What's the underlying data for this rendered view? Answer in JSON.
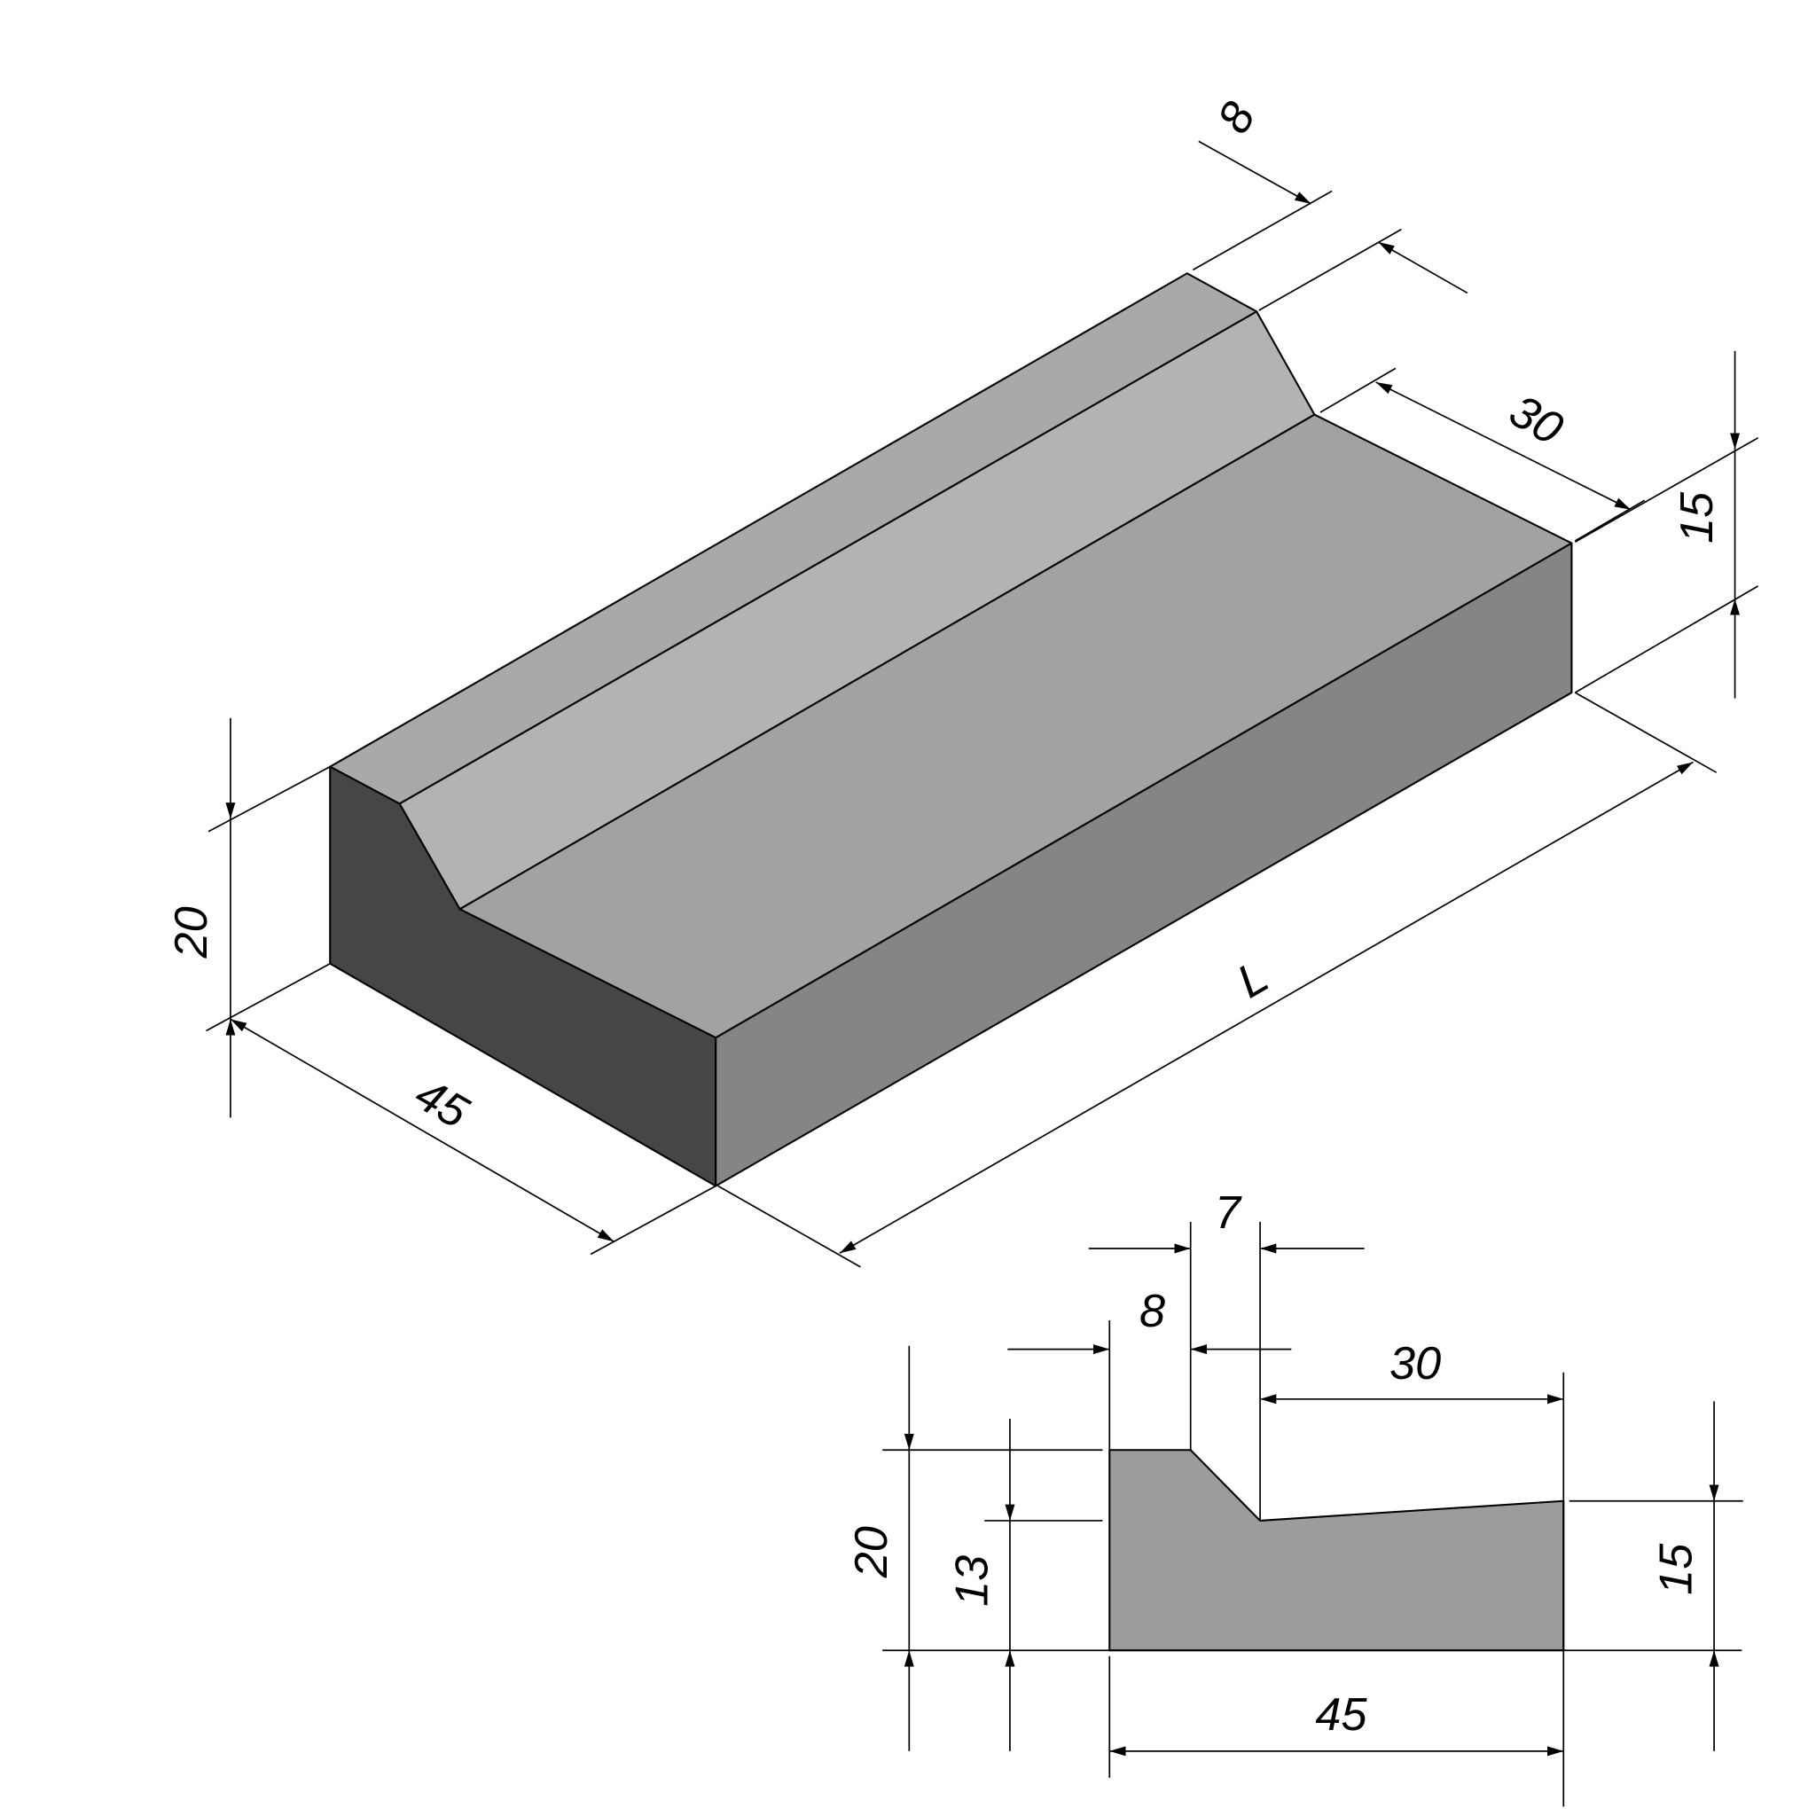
{
  "colors": {
    "ridge_top": "#a9a9a9",
    "slope": "#b3b3b3",
    "main_top": "#a2a2a2",
    "long_side": "#858585",
    "end_face": "#464646",
    "section_fill": "#9c9c9c"
  },
  "isometric": {
    "dim_ridge_width": "8",
    "dim_top_width": "30",
    "dim_side_height": "15",
    "dim_end_height": "20",
    "dim_total_width": "45",
    "dim_length": "L"
  },
  "section": {
    "dim_slope_width": "7",
    "dim_ridge_width": "8",
    "dim_top_width": "30",
    "dim_total_height": "20",
    "dim_step_height": "13",
    "dim_side_height": "15",
    "dim_total_width": "45"
  }
}
